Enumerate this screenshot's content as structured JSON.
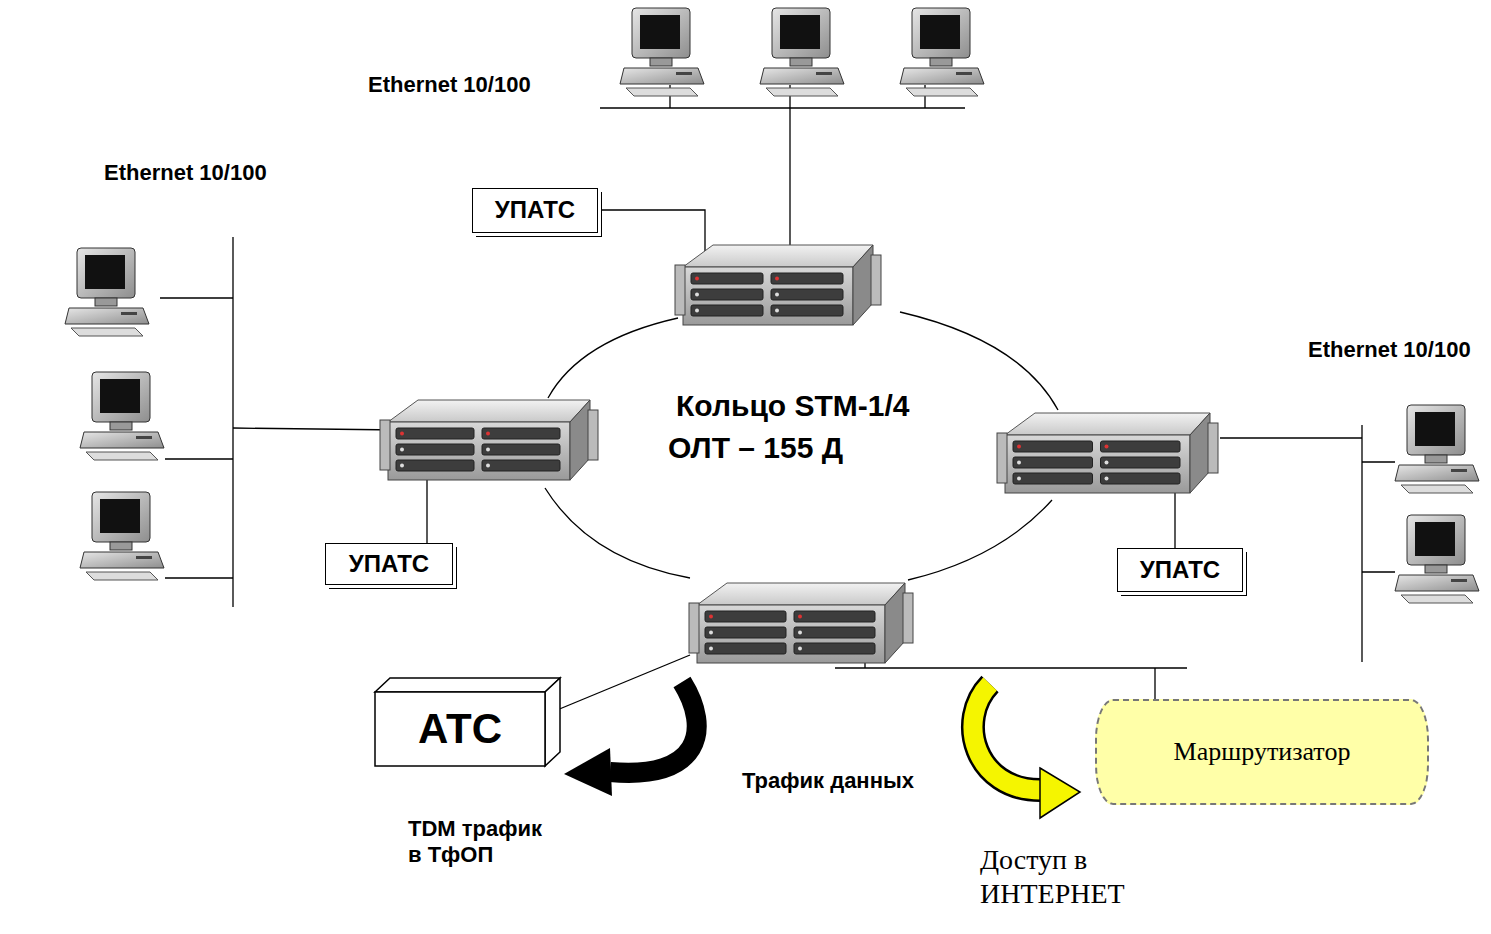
{
  "diagram": {
    "nodes": [
      {
        "text": [
          "УПАТС"
        ]
      },
      {
        "text": [
          "УПАТС"
        ]
      },
      {
        "text": [
          "УПАТС"
        ]
      },
      {
        "text": [
          "АТС"
        ]
      },
      {
        "text": [
          "Маршрутизатор"
        ]
      }
    ],
    "labels": [
      "Ethernet 10/100",
      "Ethernet 10/100",
      "Ethernet 10/100",
      "Кольцо STM-1/4",
      "ОЛТ – 155 Д",
      "Трафик данных",
      "TDM трафик в ТфОП",
      "Доступ в ИНТЕРНЕТ"
    ]
  }
}
